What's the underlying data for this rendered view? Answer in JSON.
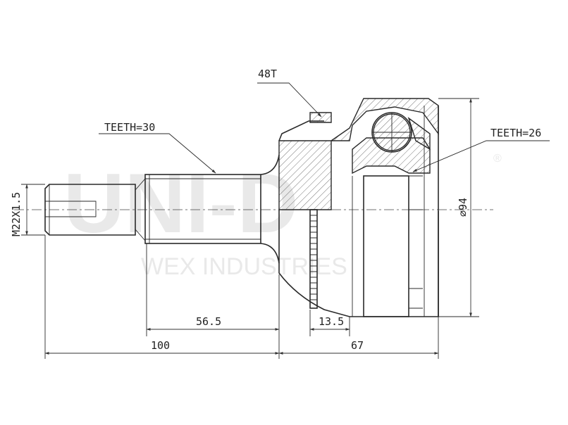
{
  "labels": {
    "abs_teeth": "48T",
    "shaft_teeth": "TEETH=30",
    "inner_teeth": "TEETH=26",
    "thread": "M22X1.5",
    "diameter": "⌀94",
    "dim_56_5": "56.5",
    "dim_13_5": "13.5",
    "dim_100": "100",
    "dim_67": "67"
  },
  "watermark": {
    "brand": "UNI-D",
    "company": "WEX INDUSTRIES",
    "registered": "®"
  },
  "colors": {
    "line": "#2a2a2a",
    "hatch": "#555555",
    "watermark": "#e9e9e9"
  }
}
